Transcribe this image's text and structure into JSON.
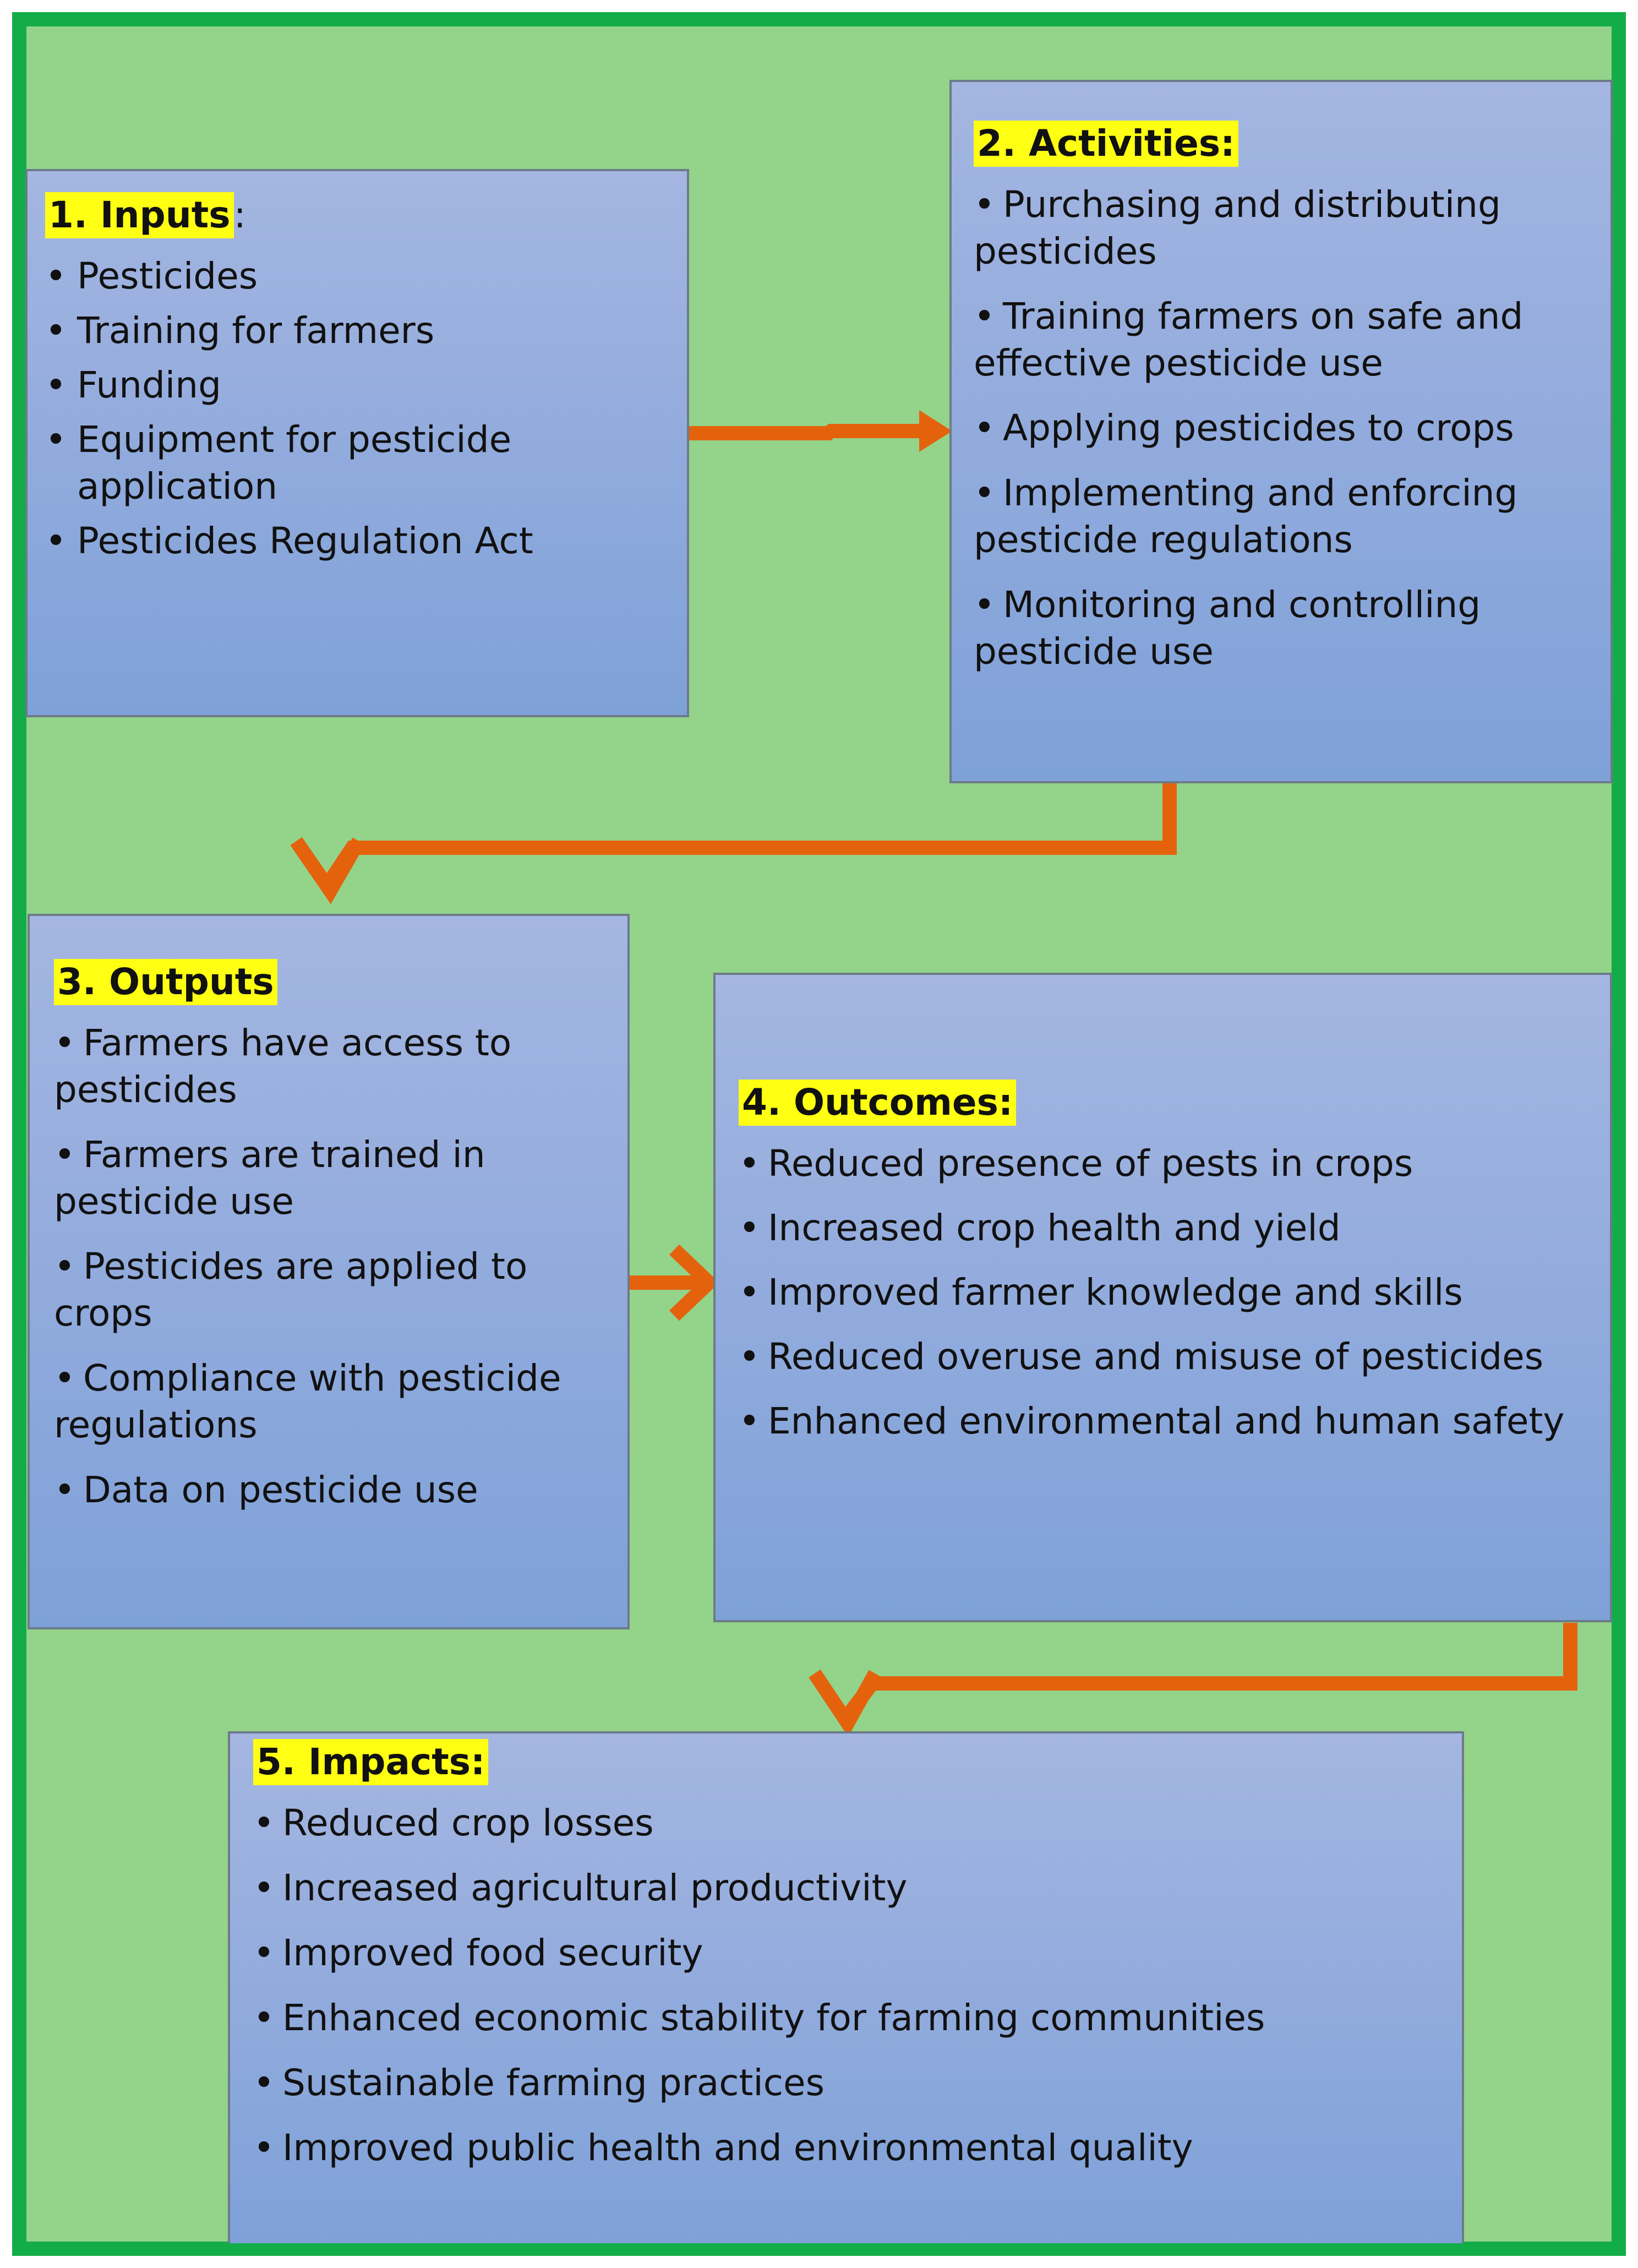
{
  "inputs": {
    "heading": "1. Inputs",
    "heading_suffix": ":",
    "items": [
      "Pesticides",
      "Training for farmers",
      "Funding",
      "Equipment for pesticide application",
      "Pesticides Regulation Act"
    ]
  },
  "activities": {
    "heading": "2. Activities:",
    "items": [
      "Purchasing and distributing pesticides",
      "Training farmers on safe and effective pesticide use",
      "Applying pesticides to crops",
      "Implementing and enforcing pesticide regulations",
      "Monitoring and controlling pesticide use"
    ]
  },
  "outputs": {
    "heading": "3. Outputs",
    "items": [
      "Farmers have access to pesticides",
      "Farmers are trained in pesticide use",
      "Pesticides are applied to crops",
      "Compliance with pesticide regulations",
      "Data on pesticide use"
    ]
  },
  "outcomes": {
    "heading": "4. Outcomes:",
    "items": [
      "Reduced presence of pests in crops",
      "Increased crop health and yield",
      "Improved farmer knowledge and skills",
      "Reduced overuse and misuse of pesticides",
      "Enhanced environmental and human safety"
    ]
  },
  "impacts": {
    "heading": "5. Impacts:",
    "items": [
      "Reduced crop losses",
      "Increased agricultural productivity",
      "Improved food security",
      "Enhanced economic stability for farming communities",
      "Sustainable farming practices",
      "Improved public health and environmental quality"
    ]
  },
  "colors": {
    "frame_border": "#12ad48",
    "background": "#94d38a",
    "box_top": "#a4b6e1",
    "box_bottom": "#7ea1d8",
    "highlight": "#ffff14",
    "arrow": "#e5620d"
  }
}
